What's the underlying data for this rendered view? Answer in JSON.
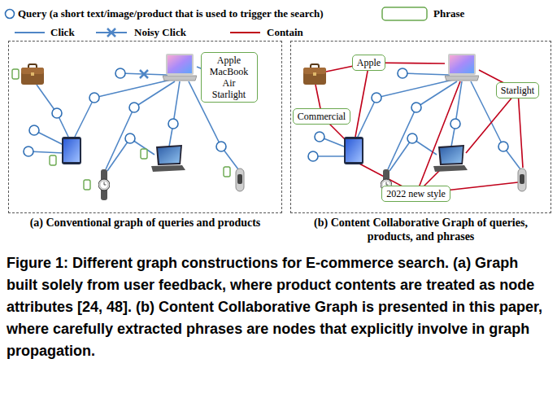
{
  "diagram": {
    "caption": "Figure 1: Different graph constructions for E-commerce search. (a) Graph built solely from user feedback, where product contents are treated as node attributes [24, 48]. (b) Content Collaborative Graph is presented in this paper, where carefully extracted phrases are nodes that explicitly involve in graph propagation.",
    "nodes": [
      {
        "text": [
          "(a) Conventional graph of queries and products"
        ]
      },
      {
        "text": [
          "Apple MacBook Air Starlight"
        ],
        "in": 0
      },
      {
        "text": [
          "(b) Content Collaborative Graph of queries, products, and phrases"
        ]
      },
      {
        "text": [
          "Apple"
        ],
        "in": 2
      },
      {
        "text": [
          "Starlight"
        ],
        "in": 2
      },
      {
        "text": [
          "Commercial"
        ],
        "in": 2
      },
      {
        "text": [
          "2022 new style"
        ],
        "in": 2
      }
    ],
    "legend": [
      {
        "text": "Query (a short text/image/product that is used to trigger the search)"
      },
      {
        "text": "Phrase"
      },
      {
        "text": "Click"
      },
      {
        "text": "Noisy Click"
      },
      {
        "text": "Contain"
      }
    ]
  }
}
